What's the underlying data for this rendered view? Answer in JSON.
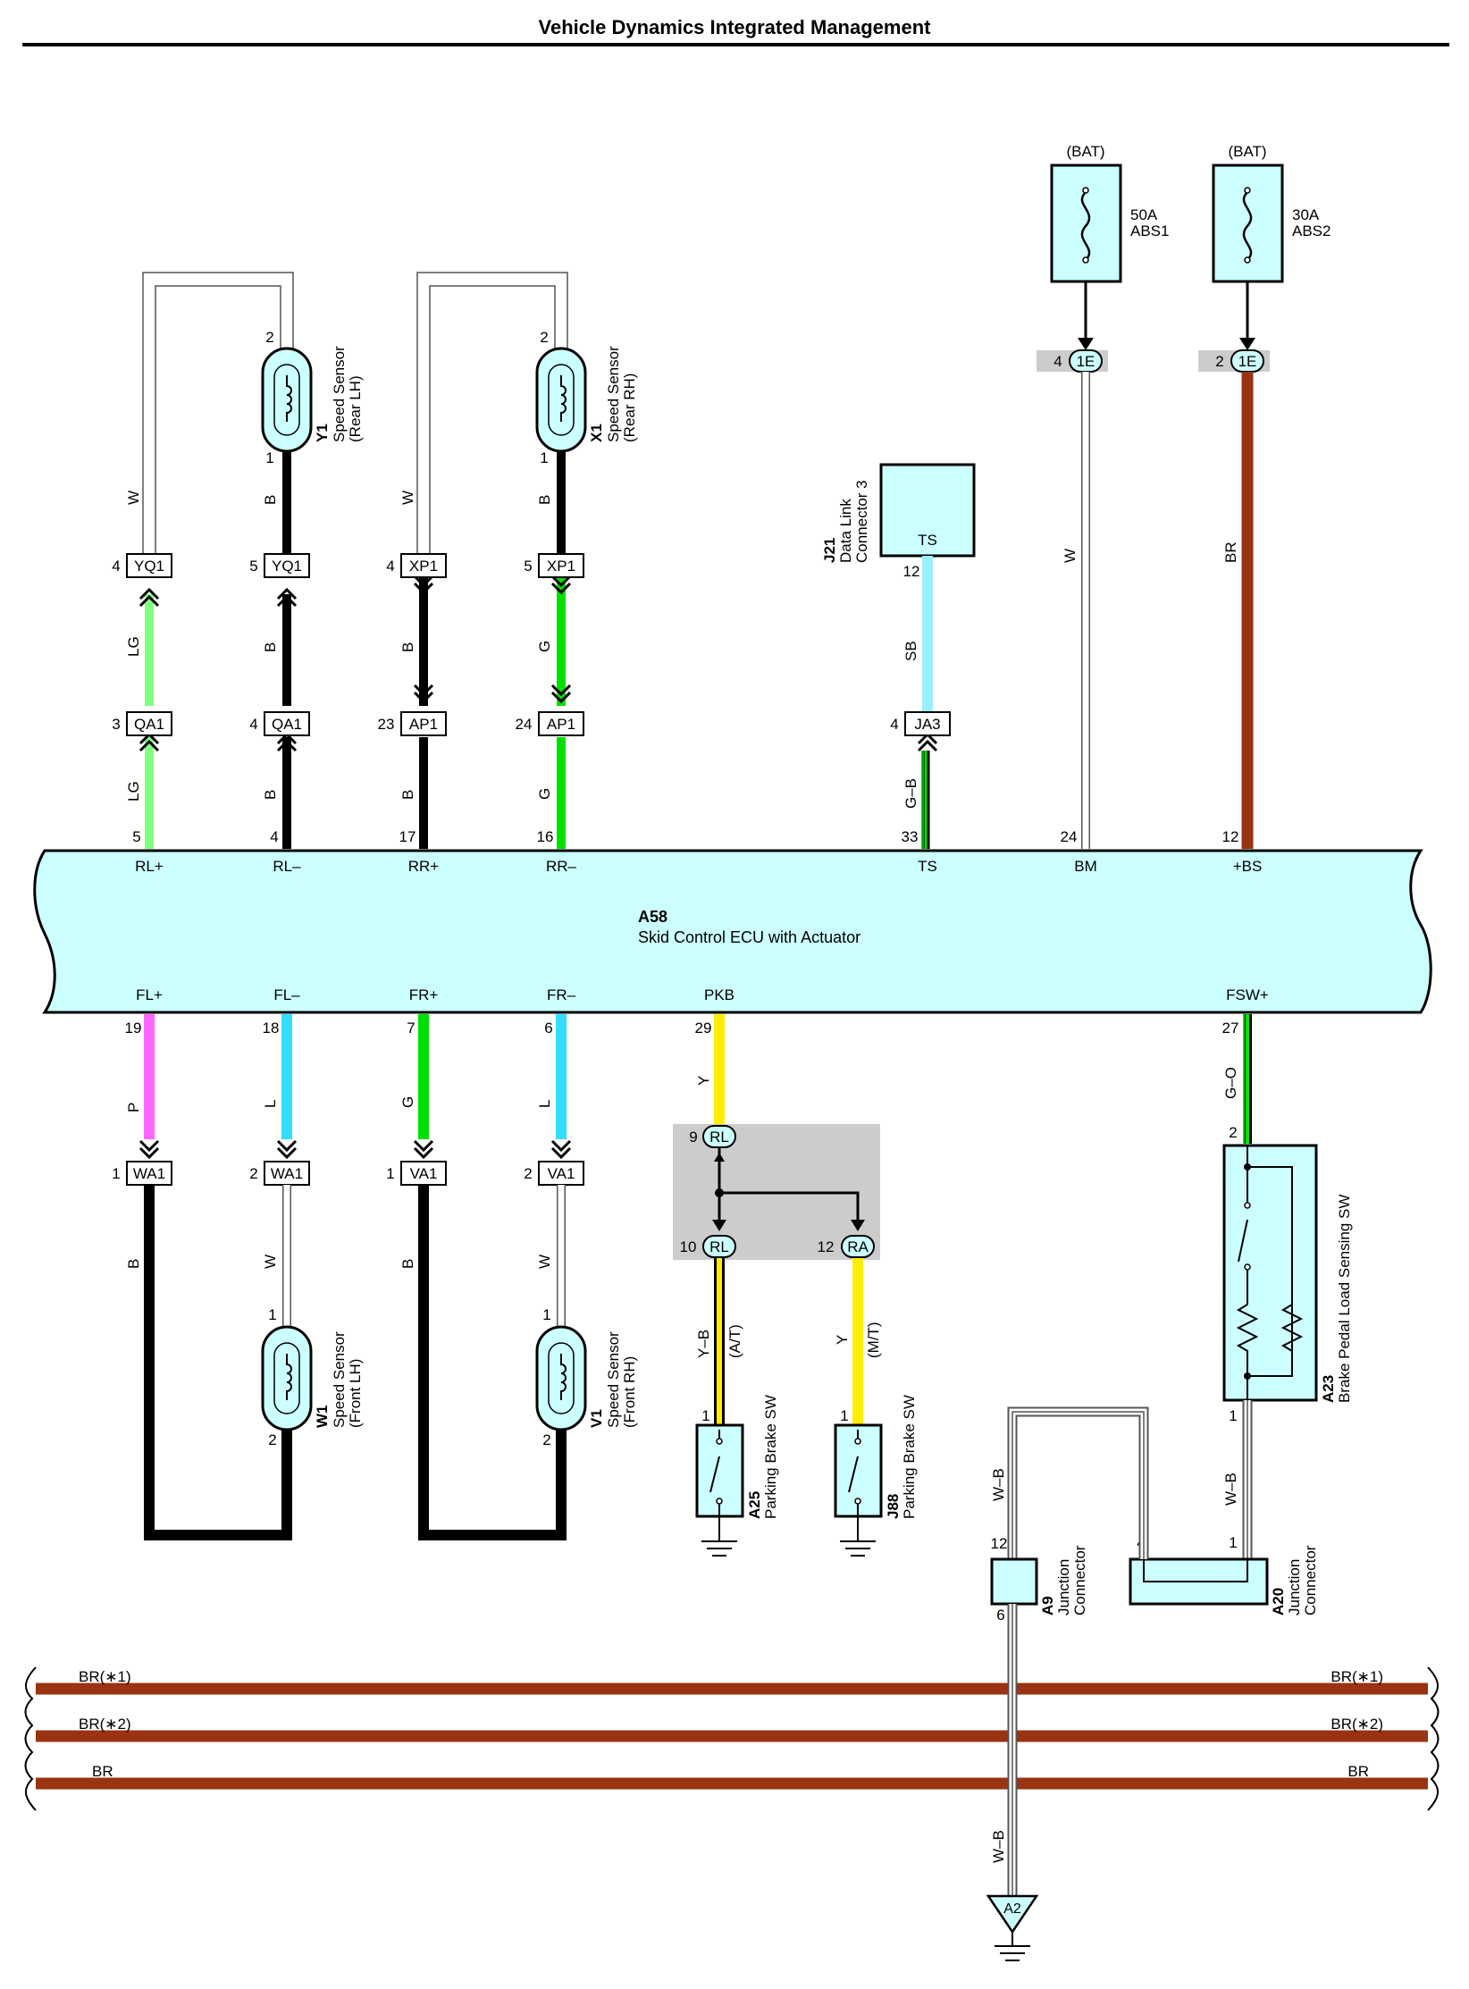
{
  "title": "Vehicle Dynamics Integrated Management",
  "colors": {
    "ecu_fill": "#ccffff",
    "LG": "#80ff80",
    "B": "#000000",
    "G": "#00e000",
    "W": "#ffffff",
    "SB": "#99eeff",
    "BR": "#993311",
    "P": "#ff66ff",
    "L": "#33ddff",
    "Y": "#ffee00",
    "relay_bg": "#cccccc"
  },
  "ecu": {
    "code": "A58",
    "name": "Skid Control ECU with Actuator",
    "top_terminals": [
      {
        "label": "RL+",
        "pin": "5"
      },
      {
        "label": "RL–",
        "pin": "4"
      },
      {
        "label": "RR+",
        "pin": "17"
      },
      {
        "label": "RR–",
        "pin": "16"
      },
      {
        "label": "TS",
        "pin": "33"
      },
      {
        "label": "BM",
        "pin": "24"
      },
      {
        "label": "+BS",
        "pin": "12"
      }
    ],
    "bottom_terminals": [
      {
        "label": "FL+",
        "pin": "19"
      },
      {
        "label": "FL–",
        "pin": "18"
      },
      {
        "label": "FR+",
        "pin": "7"
      },
      {
        "label": "FR–",
        "pin": "6"
      },
      {
        "label": "PKB",
        "pin": "29"
      },
      {
        "label": "FSW+",
        "pin": "27"
      }
    ]
  },
  "components": {
    "y1": {
      "code": "Y1",
      "name1": "Speed Sensor",
      "name2": "(Rear LH)",
      "pin_top": "2",
      "pin_bottom": "1"
    },
    "x1": {
      "code": "X1",
      "name1": "Speed Sensor",
      "name2": "(Rear RH)",
      "pin_top": "2",
      "pin_bottom": "1"
    },
    "w1": {
      "code": "W1",
      "name1": "Speed Sensor",
      "name2": "(Front LH)",
      "pin_top": "1",
      "pin_bottom": "2"
    },
    "v1": {
      "code": "V1",
      "name1": "Speed Sensor",
      "name2": "(Front RH)",
      "pin_top": "1",
      "pin_bottom": "2"
    },
    "j21": {
      "code": "J21",
      "name1": "Data Link",
      "name2": "Connector 3",
      "terminal": "TS",
      "pin": "12"
    },
    "a25": {
      "code": "A25",
      "name": "Parking Brake SW",
      "pin": "1"
    },
    "j88": {
      "code": "J88",
      "name": "Parking Brake SW",
      "pin": "1"
    },
    "a23": {
      "code": "A23",
      "name": "Brake Pedal Load Sensing SW",
      "pin_top": "2",
      "pin_bottom": "1"
    },
    "a9": {
      "code": "A9",
      "name1": "Junction",
      "name2": "Connector",
      "pin_top": "12",
      "pin_bottom": "6"
    },
    "a20": {
      "code": "A20",
      "name1": "Junction",
      "name2": "Connector",
      "pin_left": "4",
      "pin_right": "1"
    },
    "a2": {
      "code": "A2"
    }
  },
  "fuses": [
    {
      "source": "(BAT)",
      "rating": "50A",
      "name": "ABS1",
      "pin": "4",
      "connector": "1E"
    },
    {
      "source": "(BAT)",
      "rating": "30A",
      "name": "ABS2",
      "pin": "2",
      "connector": "1E"
    }
  ],
  "connectors": {
    "yq1_a": {
      "name": "YQ1",
      "pin": "4"
    },
    "yq1_b": {
      "name": "YQ1",
      "pin": "5"
    },
    "xp1_a": {
      "name": "XP1",
      "pin": "4"
    },
    "xp1_b": {
      "name": "XP1",
      "pin": "5"
    },
    "qa1_a": {
      "name": "QA1",
      "pin": "3"
    },
    "qa1_b": {
      "name": "QA1",
      "pin": "4"
    },
    "ap1_a": {
      "name": "AP1",
      "pin": "23"
    },
    "ap1_b": {
      "name": "AP1",
      "pin": "24"
    },
    "ja3": {
      "name": "JA3",
      "pin": "4"
    },
    "wa1_a": {
      "name": "WA1",
      "pin": "1"
    },
    "wa1_b": {
      "name": "WA1",
      "pin": "2"
    },
    "va1_a": {
      "name": "VA1",
      "pin": "1"
    },
    "va1_b": {
      "name": "VA1",
      "pin": "2"
    }
  },
  "relay": {
    "top": {
      "name": "RL",
      "pin": "9"
    },
    "left": {
      "name": "RL",
      "pin": "10"
    },
    "right": {
      "name": "RA",
      "pin": "12"
    }
  },
  "wire_labels": {
    "w": "W",
    "b": "B",
    "lg": "LG",
    "g": "G",
    "sb": "SB",
    "gb": "G–B",
    "br": "BR",
    "p": "P",
    "l": "L",
    "y": "Y",
    "yb": "Y–B",
    "go": "G–O",
    "wb": "W–B",
    "at": "(A/T)",
    "mt": "(M/T)"
  },
  "bus_labels": [
    "BR(∗1)",
    "BR(∗2)",
    "BR"
  ]
}
